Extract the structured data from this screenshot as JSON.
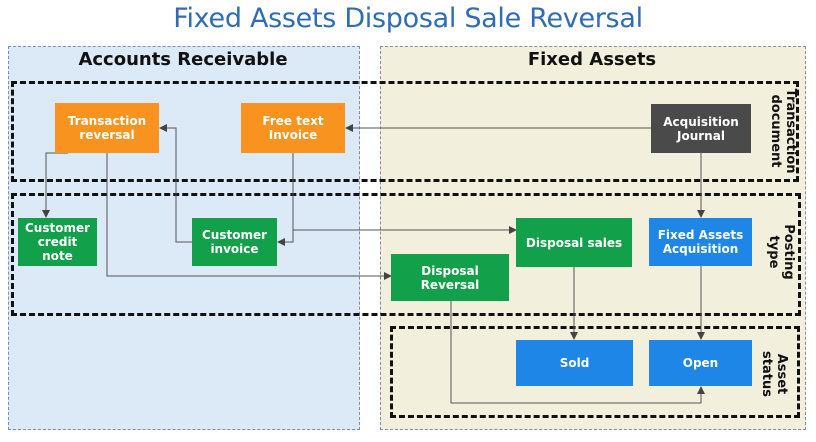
{
  "title": "Fixed Assets Disposal Sale Reversal",
  "regions": {
    "accounts_receivable": "Accounts Receivable",
    "fixed_assets": "Fixed Assets"
  },
  "bands": {
    "transaction_document": "Transaction\ndocument",
    "posting_type": "Posting\ntype",
    "asset_status": "Asset\nstatus"
  },
  "nodes": {
    "transaction_reversal": "Transaction\nreversal",
    "free_text_invoice": "Free text\nInvoice",
    "acquisition_journal": "Acquisition\nJournal",
    "customer_credit_note": "Customer\ncredit\nnote",
    "customer_invoice": "Customer\ninvoice",
    "disposal_sales": "Disposal sales",
    "fixed_assets_acquisition": "Fixed Assets\nAcquisition",
    "disposal_reversal": "Disposal\nReversal",
    "sold": "Sold",
    "open": "Open"
  },
  "colors": {
    "title": "#2f6db3",
    "accounts_receivable_bg": "#dce9f7",
    "fixed_assets_bg": "#f2efdd",
    "orange": "#f7931e",
    "green": "#13a04b",
    "blue": "#1e86e6",
    "dark": "#4a4a4a"
  }
}
